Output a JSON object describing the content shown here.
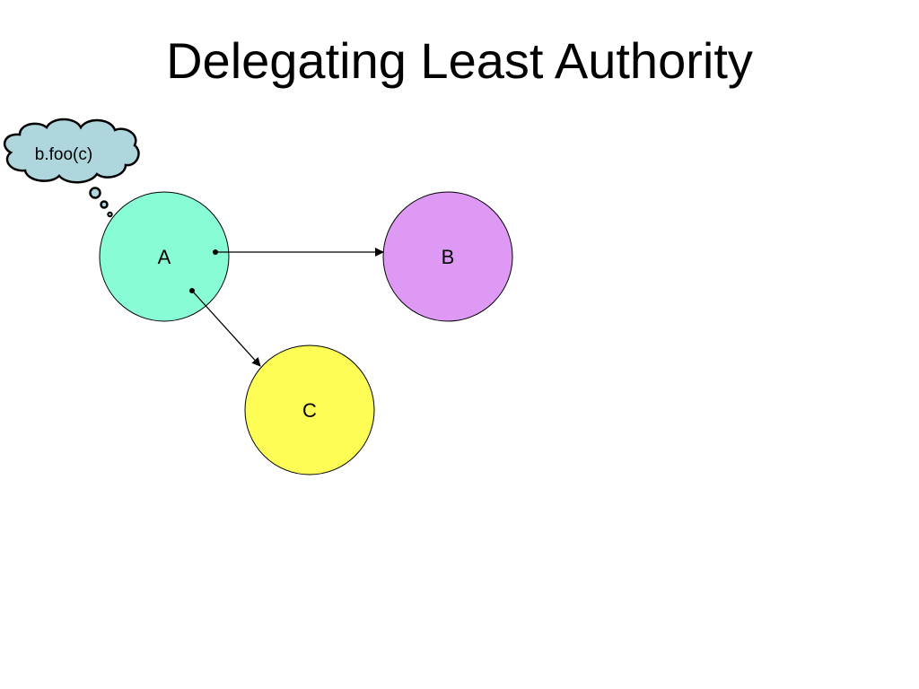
{
  "slide": {
    "title": "Delegating Least Authority"
  },
  "thought_bubble": {
    "text": "b.foo(c)",
    "fill": "#aed6dc"
  },
  "nodes": [
    {
      "id": "A",
      "label": "A",
      "fill": "#88fcd5"
    },
    {
      "id": "B",
      "label": "B",
      "fill": "#de99f5"
    },
    {
      "id": "C",
      "label": "C",
      "fill": "#fdfd55"
    }
  ],
  "edges": [
    {
      "from": "A",
      "to": "B"
    },
    {
      "from": "A",
      "to": "C"
    }
  ]
}
